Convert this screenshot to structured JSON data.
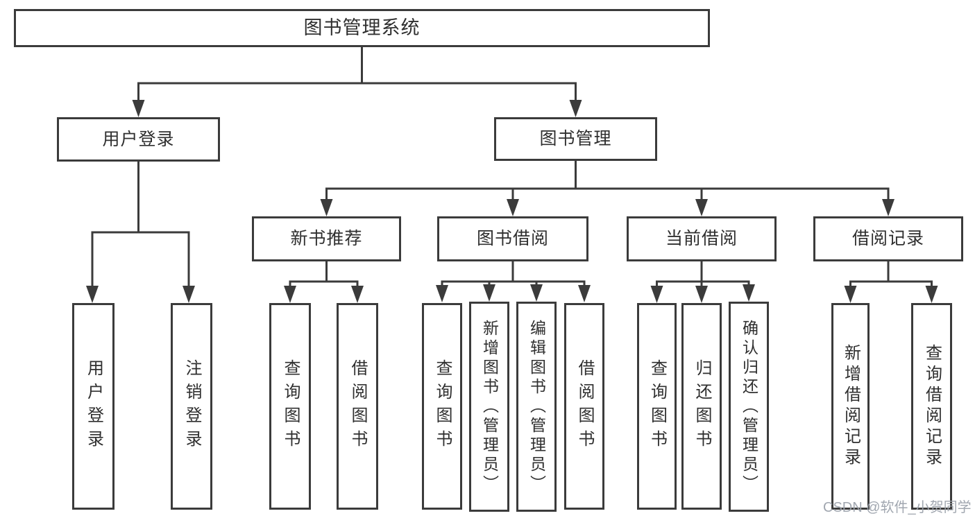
{
  "diagram_type": "hierarchy-tree",
  "title": "图书管理系统",
  "watermark": "CSDN @软件_小贺同学",
  "colors": {
    "line": "#3b3b3b",
    "box_border": "#3b3b3b",
    "box_fill": "#ffffff",
    "text": "#2f2f2f",
    "watermark": "#9ca2ac",
    "background": "#ffffff"
  },
  "nodes": {
    "root": {
      "label": "图书管理系统"
    },
    "userLogin": {
      "label": "用户登录"
    },
    "bookMgmt": {
      "label": "图书管理"
    },
    "newBookRec": {
      "label": "新书推荐"
    },
    "bookBorrow": {
      "label": "图书借阅"
    },
    "currentBorrow": {
      "label": "当前借阅"
    },
    "borrowRecords": {
      "label": "借阅记录"
    },
    "leafUserLogin": {
      "label": "用户登录"
    },
    "leafLogout": {
      "label": "注销登录"
    },
    "leafQueryBook1": {
      "label": "查询图书"
    },
    "leafBorrowBook1": {
      "label": "借阅图书"
    },
    "leafQueryBook2": {
      "label": "查询图书"
    },
    "leafAddBook": {
      "label": "新增图书（管理员）"
    },
    "leafEditBook": {
      "label": "编辑图书（管理员）"
    },
    "leafBorrowBook2": {
      "label": "借阅图书"
    },
    "leafQueryBook3": {
      "label": "查询图书"
    },
    "leafReturnBook": {
      "label": "归还图书"
    },
    "leafConfirmReturn": {
      "label": "确认归还（管理员）"
    },
    "leafAddRecord": {
      "label": "新增借阅记录"
    },
    "leafQueryRecord": {
      "label": "查询借阅记录"
    }
  },
  "structure": {
    "图书管理系统": {
      "用户登录": [
        "用户登录",
        "注销登录"
      ],
      "图书管理": {
        "新书推荐": [
          "查询图书",
          "借阅图书"
        ],
        "图书借阅": [
          "查询图书",
          "新增图书（管理员）",
          "编辑图书（管理员）",
          "借阅图书"
        ],
        "当前借阅": [
          "查询图书",
          "归还图书",
          "确认归还（管理员）"
        ],
        "借阅记录": [
          "新增借阅记录",
          "查询借阅记录"
        ]
      }
    }
  }
}
